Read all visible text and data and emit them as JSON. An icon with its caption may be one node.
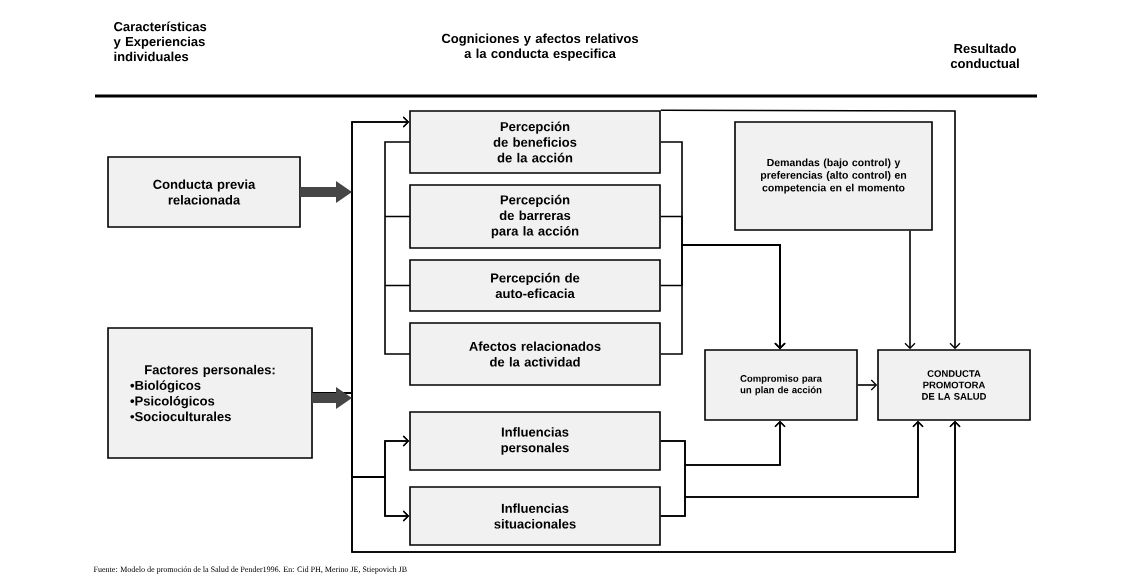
{
  "diagram": {
    "caption": "Fuente: Modelo de promoción de la Salud de Pender1996. En: Cid PH, Merino JE, Stiepovich JB",
    "nodes": [
      {
        "text": [
          "Conducta previa relacionada"
        ]
      },
      {
        "text": [
          "Factores personales:",
          "•Biológicos",
          "•Psicológicos",
          "•Socioculturales"
        ]
      },
      {
        "text": [
          "Percepción de beneficios de la acción"
        ]
      },
      {
        "text": [
          "Percepción de barreras para la acción"
        ]
      },
      {
        "text": [
          "Percepción de auto-eficacia"
        ]
      },
      {
        "text": [
          "Afectos relacionados de la actividad"
        ]
      },
      {
        "text": [
          "Influencias personales"
        ]
      },
      {
        "text": [
          "Influencias situacionales"
        ]
      },
      {
        "text": [
          "Demandas (bajo control) y preferencias (alto control) en competencia en el momento"
        ]
      },
      {
        "text": [
          "Compromiso para un plan de acción"
        ]
      },
      {
        "text": [
          "CONDUCTA PROMOTORA DE LA SALUD"
        ]
      }
    ],
    "edges": [
      {
        "from": 0,
        "to": 2,
        "arrow": "to"
      },
      {
        "from": 1,
        "to": 2,
        "arrow": "to"
      },
      {
        "from": 0,
        "to": 6,
        "arrow": "to"
      },
      {
        "from": 0,
        "to": 7,
        "arrow": "to"
      },
      {
        "from": 1,
        "to": 6,
        "arrow": "to"
      },
      {
        "from": 1,
        "to": 7,
        "arrow": "to"
      },
      {
        "from": 0,
        "to": 10,
        "arrow": "to"
      },
      {
        "from": 1,
        "to": 10,
        "arrow": "to"
      },
      {
        "from": 2,
        "to": 9,
        "arrow": "to"
      },
      {
        "from": 3,
        "to": 9,
        "arrow": "to"
      },
      {
        "from": 4,
        "to": 9,
        "arrow": "to"
      },
      {
        "from": 5,
        "to": 9,
        "arrow": "to"
      },
      {
        "from": 6,
        "to": 9,
        "arrow": "to"
      },
      {
        "from": 7,
        "to": 9,
        "arrow": "to"
      },
      {
        "from": 6,
        "to": 10,
        "arrow": "to"
      },
      {
        "from": 7,
        "to": 10,
        "arrow": "to"
      },
      {
        "from": 8,
        "to": 10,
        "arrow": "to"
      },
      {
        "from": 9,
        "to": 10,
        "arrow": "to"
      },
      {
        "from": 2,
        "to": 10,
        "arrow": "to"
      }
    ],
    "labels": [
      "Características y Experiencias individuales",
      "Cogniciones y afectos relativos a la conducta especifica",
      "Resultado conductual"
    ]
  }
}
